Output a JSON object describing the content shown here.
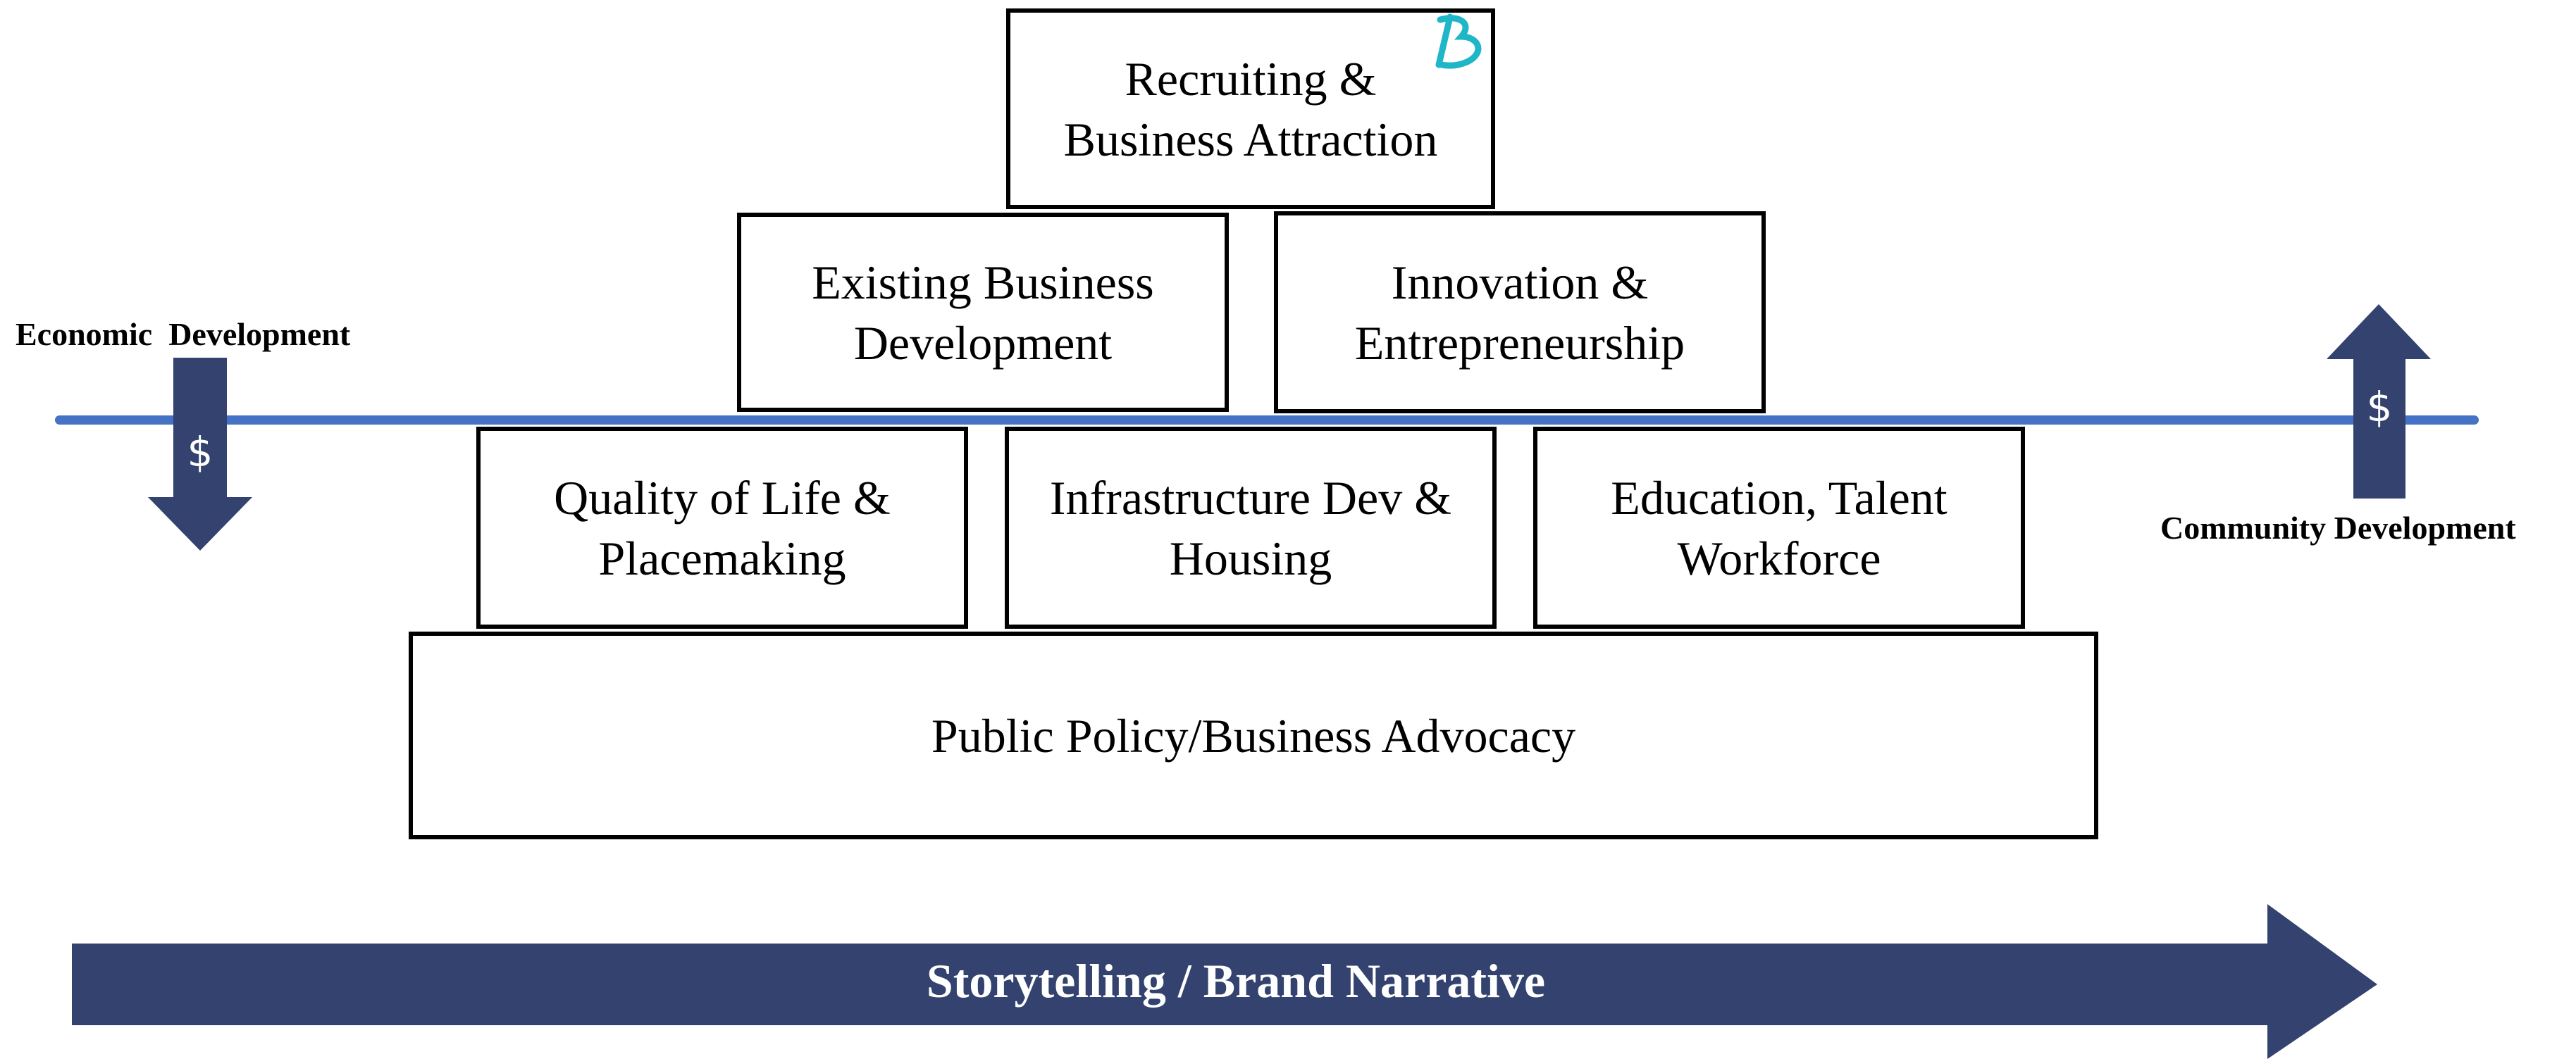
{
  "diagram": {
    "pyramid": {
      "top": {
        "line1": "Recruiting &",
        "line2": "Business Attraction"
      },
      "row2": [
        {
          "line1": "Existing Business",
          "line2": "Development"
        },
        {
          "line1": "Innovation &",
          "line2": "Entrepreneurship"
        }
      ],
      "row3": [
        {
          "line1": "Quality of Life &",
          "line2": "Placemaking"
        },
        {
          "line1": "Infrastructure Dev &",
          "line2": "Housing"
        },
        {
          "line1": "Education, Talent",
          "line2": "Workforce"
        }
      ],
      "base": {
        "label": "Public Policy/Business Advocacy"
      }
    },
    "left_label": "Economic  Development",
    "right_label": "Community Development",
    "dollar_symbol": "$",
    "bottom_arrow_label": "Storytelling / Brand Narrative",
    "colors": {
      "arrow_fill": "#33426e",
      "axis_line": "#4472c4",
      "logo": "#1fb6c8",
      "box_border": "#000000"
    }
  }
}
